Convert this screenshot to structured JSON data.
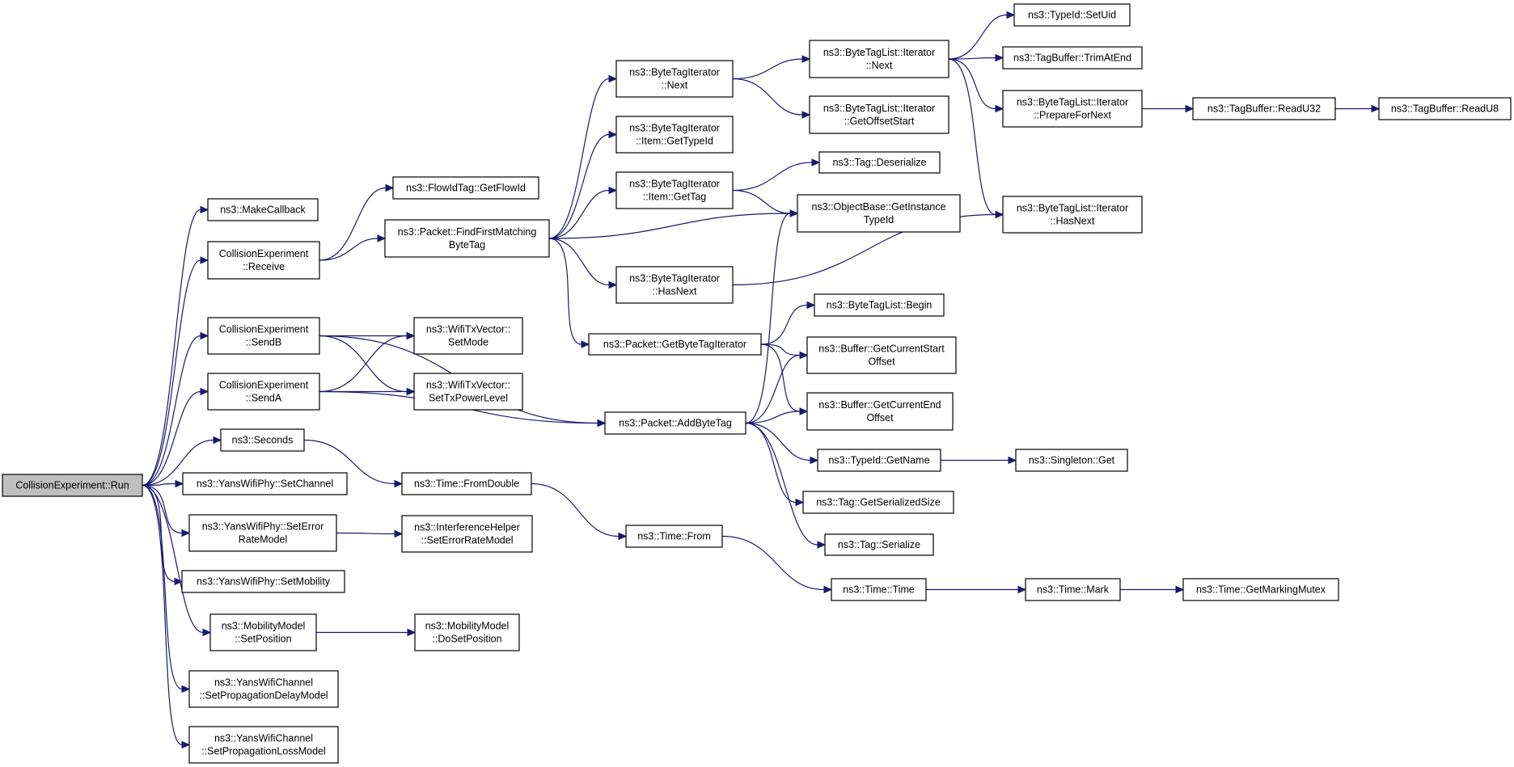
{
  "graph": {
    "type": "call-graph",
    "colors": {
      "edge": "#191970",
      "root_fill": "#bfbfbf",
      "node_fill": "#ffffff",
      "border": "#000000"
    },
    "nodes": [
      {
        "id": "run",
        "lines": [
          "CollisionExperiment::Run"
        ],
        "root": true
      },
      {
        "id": "makecallback",
        "lines": [
          "ns3::MakeCallback"
        ]
      },
      {
        "id": "receive",
        "lines": [
          "CollisionExperiment",
          "::Receive"
        ]
      },
      {
        "id": "sendb",
        "lines": [
          "CollisionExperiment",
          "::SendB"
        ]
      },
      {
        "id": "senda",
        "lines": [
          "CollisionExperiment",
          "::SendA"
        ]
      },
      {
        "id": "seconds",
        "lines": [
          "ns3::Seconds"
        ]
      },
      {
        "id": "setchannel",
        "lines": [
          "ns3::YansWifiPhy::SetChannel"
        ]
      },
      {
        "id": "seterrorratemodel",
        "lines": [
          "ns3::YansWifiPhy::SetError",
          "RateModel"
        ]
      },
      {
        "id": "setmobility",
        "lines": [
          "ns3::YansWifiPhy::SetMobility"
        ]
      },
      {
        "id": "setposition",
        "lines": [
          "ns3::MobilityModel",
          "::SetPosition"
        ]
      },
      {
        "id": "setpropdelay",
        "lines": [
          "ns3::YansWifiChannel",
          "::SetPropagationDelayModel"
        ]
      },
      {
        "id": "setproploss",
        "lines": [
          "ns3::YansWifiChannel",
          "::SetPropagationLossModel"
        ]
      },
      {
        "id": "getflowid",
        "lines": [
          "ns3::FlowIdTag::GetFlowId"
        ]
      },
      {
        "id": "findfirst",
        "lines": [
          "ns3::Packet::FindFirstMatching",
          "ByteTag"
        ]
      },
      {
        "id": "setmode",
        "lines": [
          "ns3::WifiTxVector::",
          "SetMode"
        ]
      },
      {
        "id": "settxpower",
        "lines": [
          "ns3::WifiTxVector::",
          "SetTxPowerLevel"
        ]
      },
      {
        "id": "fromdouble",
        "lines": [
          "ns3::Time::FromDouble"
        ]
      },
      {
        "id": "ihseterror",
        "lines": [
          "ns3::InterferenceHelper",
          "::SetErrorRateModel"
        ]
      },
      {
        "id": "dosetposition",
        "lines": [
          "ns3::MobilityModel",
          "::DoSetPosition"
        ]
      },
      {
        "id": "btinext",
        "lines": [
          "ns3::ByteTagIterator",
          "::Next"
        ]
      },
      {
        "id": "btigettypeid",
        "lines": [
          "ns3::ByteTagIterator",
          "::Item::GetTypeId"
        ]
      },
      {
        "id": "btigettag",
        "lines": [
          "ns3::ByteTagIterator",
          "::Item::GetTag"
        ]
      },
      {
        "id": "btihasnext",
        "lines": [
          "ns3::ByteTagIterator",
          "::HasNext"
        ]
      },
      {
        "id": "getbytetagiter",
        "lines": [
          "ns3::Packet::GetByteTagIterator"
        ]
      },
      {
        "id": "addbytetag",
        "lines": [
          "ns3::Packet::AddByteTag"
        ]
      },
      {
        "id": "timefrom",
        "lines": [
          "ns3::Time::From"
        ]
      },
      {
        "id": "btliternext",
        "lines": [
          "ns3::ByteTagList::Iterator",
          "::Next"
        ]
      },
      {
        "id": "btlgetoffset",
        "lines": [
          "ns3::ByteTagList::Iterator",
          "::GetOffsetStart"
        ]
      },
      {
        "id": "tagdeserialize",
        "lines": [
          "ns3::Tag::Deserialize"
        ]
      },
      {
        "id": "getinstancetypeid",
        "lines": [
          "ns3::ObjectBase::GetInstance",
          "TypeId"
        ]
      },
      {
        "id": "btlbegin",
        "lines": [
          "ns3::ByteTagList::Begin"
        ]
      },
      {
        "id": "getcurrentstart",
        "lines": [
          "ns3::Buffer::GetCurrentStart",
          "Offset"
        ]
      },
      {
        "id": "getcurrentend",
        "lines": [
          "ns3::Buffer::GetCurrentEnd",
          "Offset"
        ]
      },
      {
        "id": "typeidgetname",
        "lines": [
          "ns3::TypeId::GetName"
        ]
      },
      {
        "id": "tagserializedsize",
        "lines": [
          "ns3::Tag::GetSerializedSize"
        ]
      },
      {
        "id": "tagserialize",
        "lines": [
          "ns3::Tag::Serialize"
        ]
      },
      {
        "id": "timetime",
        "lines": [
          "ns3::Time::Time"
        ]
      },
      {
        "id": "typeidsetuid",
        "lines": [
          "ns3::TypeId::SetUid"
        ]
      },
      {
        "id": "trimatend",
        "lines": [
          "ns3::TagBuffer::TrimAtEnd"
        ]
      },
      {
        "id": "preparefornext",
        "lines": [
          "ns3::ByteTagList::Iterator",
          "::PrepareForNext"
        ]
      },
      {
        "id": "btlhasnext",
        "lines": [
          "ns3::ByteTagList::Iterator",
          "::HasNext"
        ]
      },
      {
        "id": "singletonget",
        "lines": [
          "ns3::Singleton::Get"
        ]
      },
      {
        "id": "timemark",
        "lines": [
          "ns3::Time::Mark"
        ]
      },
      {
        "id": "readu32",
        "lines": [
          "ns3::TagBuffer::ReadU32"
        ]
      },
      {
        "id": "readu8",
        "lines": [
          "ns3::TagBuffer::ReadU8"
        ]
      },
      {
        "id": "getmarkingmutex",
        "lines": [
          "ns3::Time::GetMarkingMutex"
        ]
      }
    ],
    "edges": [
      [
        "run",
        "makecallback"
      ],
      [
        "run",
        "receive"
      ],
      [
        "run",
        "sendb"
      ],
      [
        "run",
        "senda"
      ],
      [
        "run",
        "seconds"
      ],
      [
        "run",
        "setchannel"
      ],
      [
        "run",
        "seterrorratemodel"
      ],
      [
        "run",
        "setmobility"
      ],
      [
        "run",
        "setposition"
      ],
      [
        "run",
        "setpropdelay"
      ],
      [
        "run",
        "setproploss"
      ],
      [
        "receive",
        "getflowid"
      ],
      [
        "receive",
        "findfirst"
      ],
      [
        "sendb",
        "setmode"
      ],
      [
        "sendb",
        "settxpower"
      ],
      [
        "sendb",
        "addbytetag"
      ],
      [
        "senda",
        "setmode"
      ],
      [
        "senda",
        "settxpower"
      ],
      [
        "senda",
        "addbytetag"
      ],
      [
        "seconds",
        "fromdouble"
      ],
      [
        "seterrorratemodel",
        "ihseterror"
      ],
      [
        "setposition",
        "dosetposition"
      ],
      [
        "findfirst",
        "btinext"
      ],
      [
        "findfirst",
        "btigettypeid"
      ],
      [
        "findfirst",
        "btigettag"
      ],
      [
        "findfirst",
        "getinstancetypeid"
      ],
      [
        "findfirst",
        "btihasnext"
      ],
      [
        "findfirst",
        "getbytetagiter"
      ],
      [
        "fromdouble",
        "timefrom"
      ],
      [
        "btinext",
        "btliternext"
      ],
      [
        "btinext",
        "btlgetoffset"
      ],
      [
        "btigettag",
        "tagdeserialize"
      ],
      [
        "btigettag",
        "getinstancetypeid"
      ],
      [
        "btihasnext",
        "btlhasnext"
      ],
      [
        "getbytetagiter",
        "btlbegin"
      ],
      [
        "getbytetagiter",
        "getcurrentstart"
      ],
      [
        "getbytetagiter",
        "getcurrentend"
      ],
      [
        "addbytetag",
        "getinstancetypeid"
      ],
      [
        "addbytetag",
        "getcurrentstart"
      ],
      [
        "addbytetag",
        "getcurrentend"
      ],
      [
        "addbytetag",
        "typeidgetname"
      ],
      [
        "addbytetag",
        "tagserializedsize"
      ],
      [
        "addbytetag",
        "tagserialize"
      ],
      [
        "timefrom",
        "timetime"
      ],
      [
        "btliternext",
        "typeidsetuid"
      ],
      [
        "btliternext",
        "trimatend"
      ],
      [
        "btliternext",
        "preparefornext"
      ],
      [
        "btliternext",
        "btlhasnext"
      ],
      [
        "typeidgetname",
        "singletonget"
      ],
      [
        "timetime",
        "timemark"
      ],
      [
        "preparefornext",
        "readu32"
      ],
      [
        "readu32",
        "readu8"
      ],
      [
        "timemark",
        "getmarkingmutex"
      ]
    ]
  }
}
